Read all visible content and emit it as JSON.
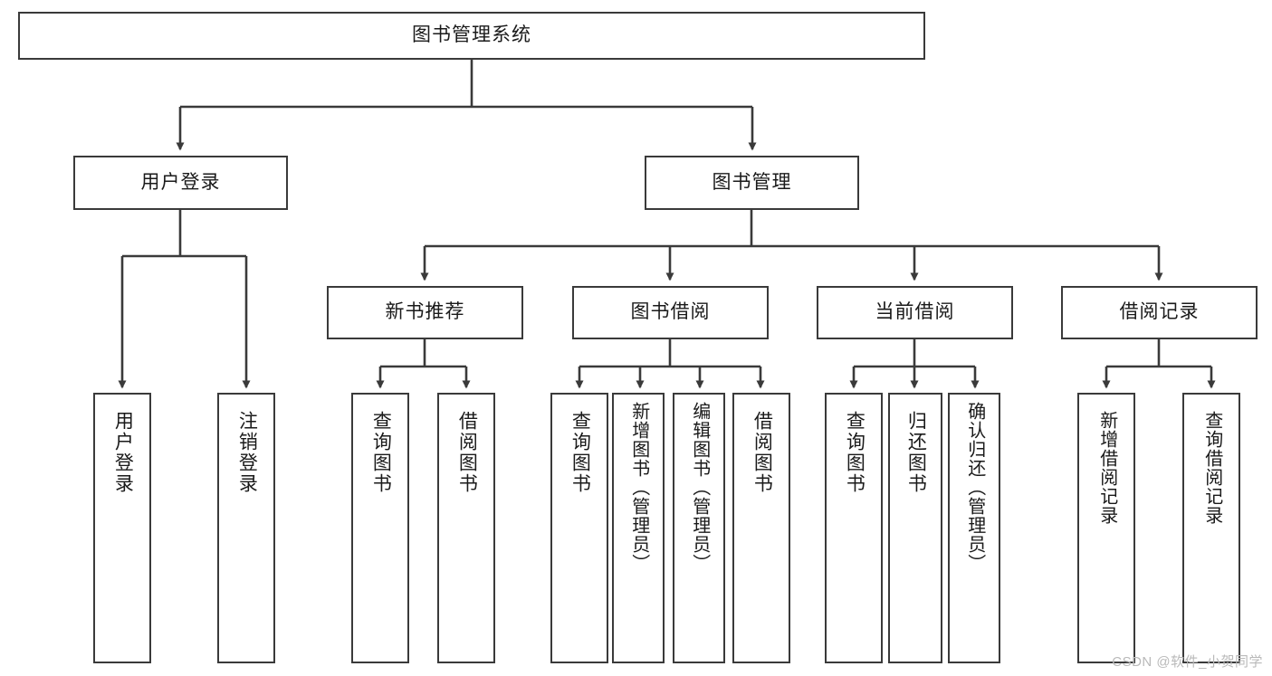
{
  "diagram": {
    "title_node": {
      "id": "root",
      "label": "图书管理系统"
    },
    "level2": [
      {
        "id": "user-login",
        "label": "用户登录"
      },
      {
        "id": "book-manage",
        "label": "图书管理"
      }
    ],
    "level3": [
      {
        "id": "new-book-recommend",
        "label": "新书推荐"
      },
      {
        "id": "book-borrow",
        "label": "图书借阅"
      },
      {
        "id": "current-borrow",
        "label": "当前借阅"
      },
      {
        "id": "borrow-record",
        "label": "借阅记录"
      }
    ],
    "leaves": [
      {
        "id": "leaf-user-login",
        "label": "用户登录",
        "parent": "user-login"
      },
      {
        "id": "leaf-logout",
        "label": "注销登录",
        "parent": "user-login"
      },
      {
        "id": "leaf-query-book-1",
        "label": "查询图书",
        "parent": "new-book-recommend"
      },
      {
        "id": "leaf-borrow-book-1",
        "label": "借阅图书",
        "parent": "new-book-recommend"
      },
      {
        "id": "leaf-query-book-2",
        "label": "查询图书",
        "parent": "book-borrow"
      },
      {
        "id": "leaf-add-book",
        "label": "新增图书（管理员）",
        "parent": "book-borrow"
      },
      {
        "id": "leaf-edit-book",
        "label": "编辑图书（管理员）",
        "parent": "book-borrow"
      },
      {
        "id": "leaf-borrow-book-2",
        "label": "借阅图书",
        "parent": "book-borrow"
      },
      {
        "id": "leaf-query-book-3",
        "label": "查询图书",
        "parent": "current-borrow"
      },
      {
        "id": "leaf-return-book",
        "label": "归还图书",
        "parent": "current-borrow"
      },
      {
        "id": "leaf-confirm-return",
        "label": "确认归还（管理员）",
        "parent": "current-borrow"
      },
      {
        "id": "leaf-add-record",
        "label": "新增借阅记录",
        "parent": "borrow-record"
      },
      {
        "id": "leaf-query-record",
        "label": "查询借阅记录",
        "parent": "borrow-record"
      }
    ]
  },
  "watermark": {
    "text": "CSDN @软件_小贺同学"
  },
  "colors": {
    "border": "#3a3a3a",
    "background": "#ffffff",
    "text": "#1a1a1a",
    "watermark": "#b9b9b9"
  }
}
